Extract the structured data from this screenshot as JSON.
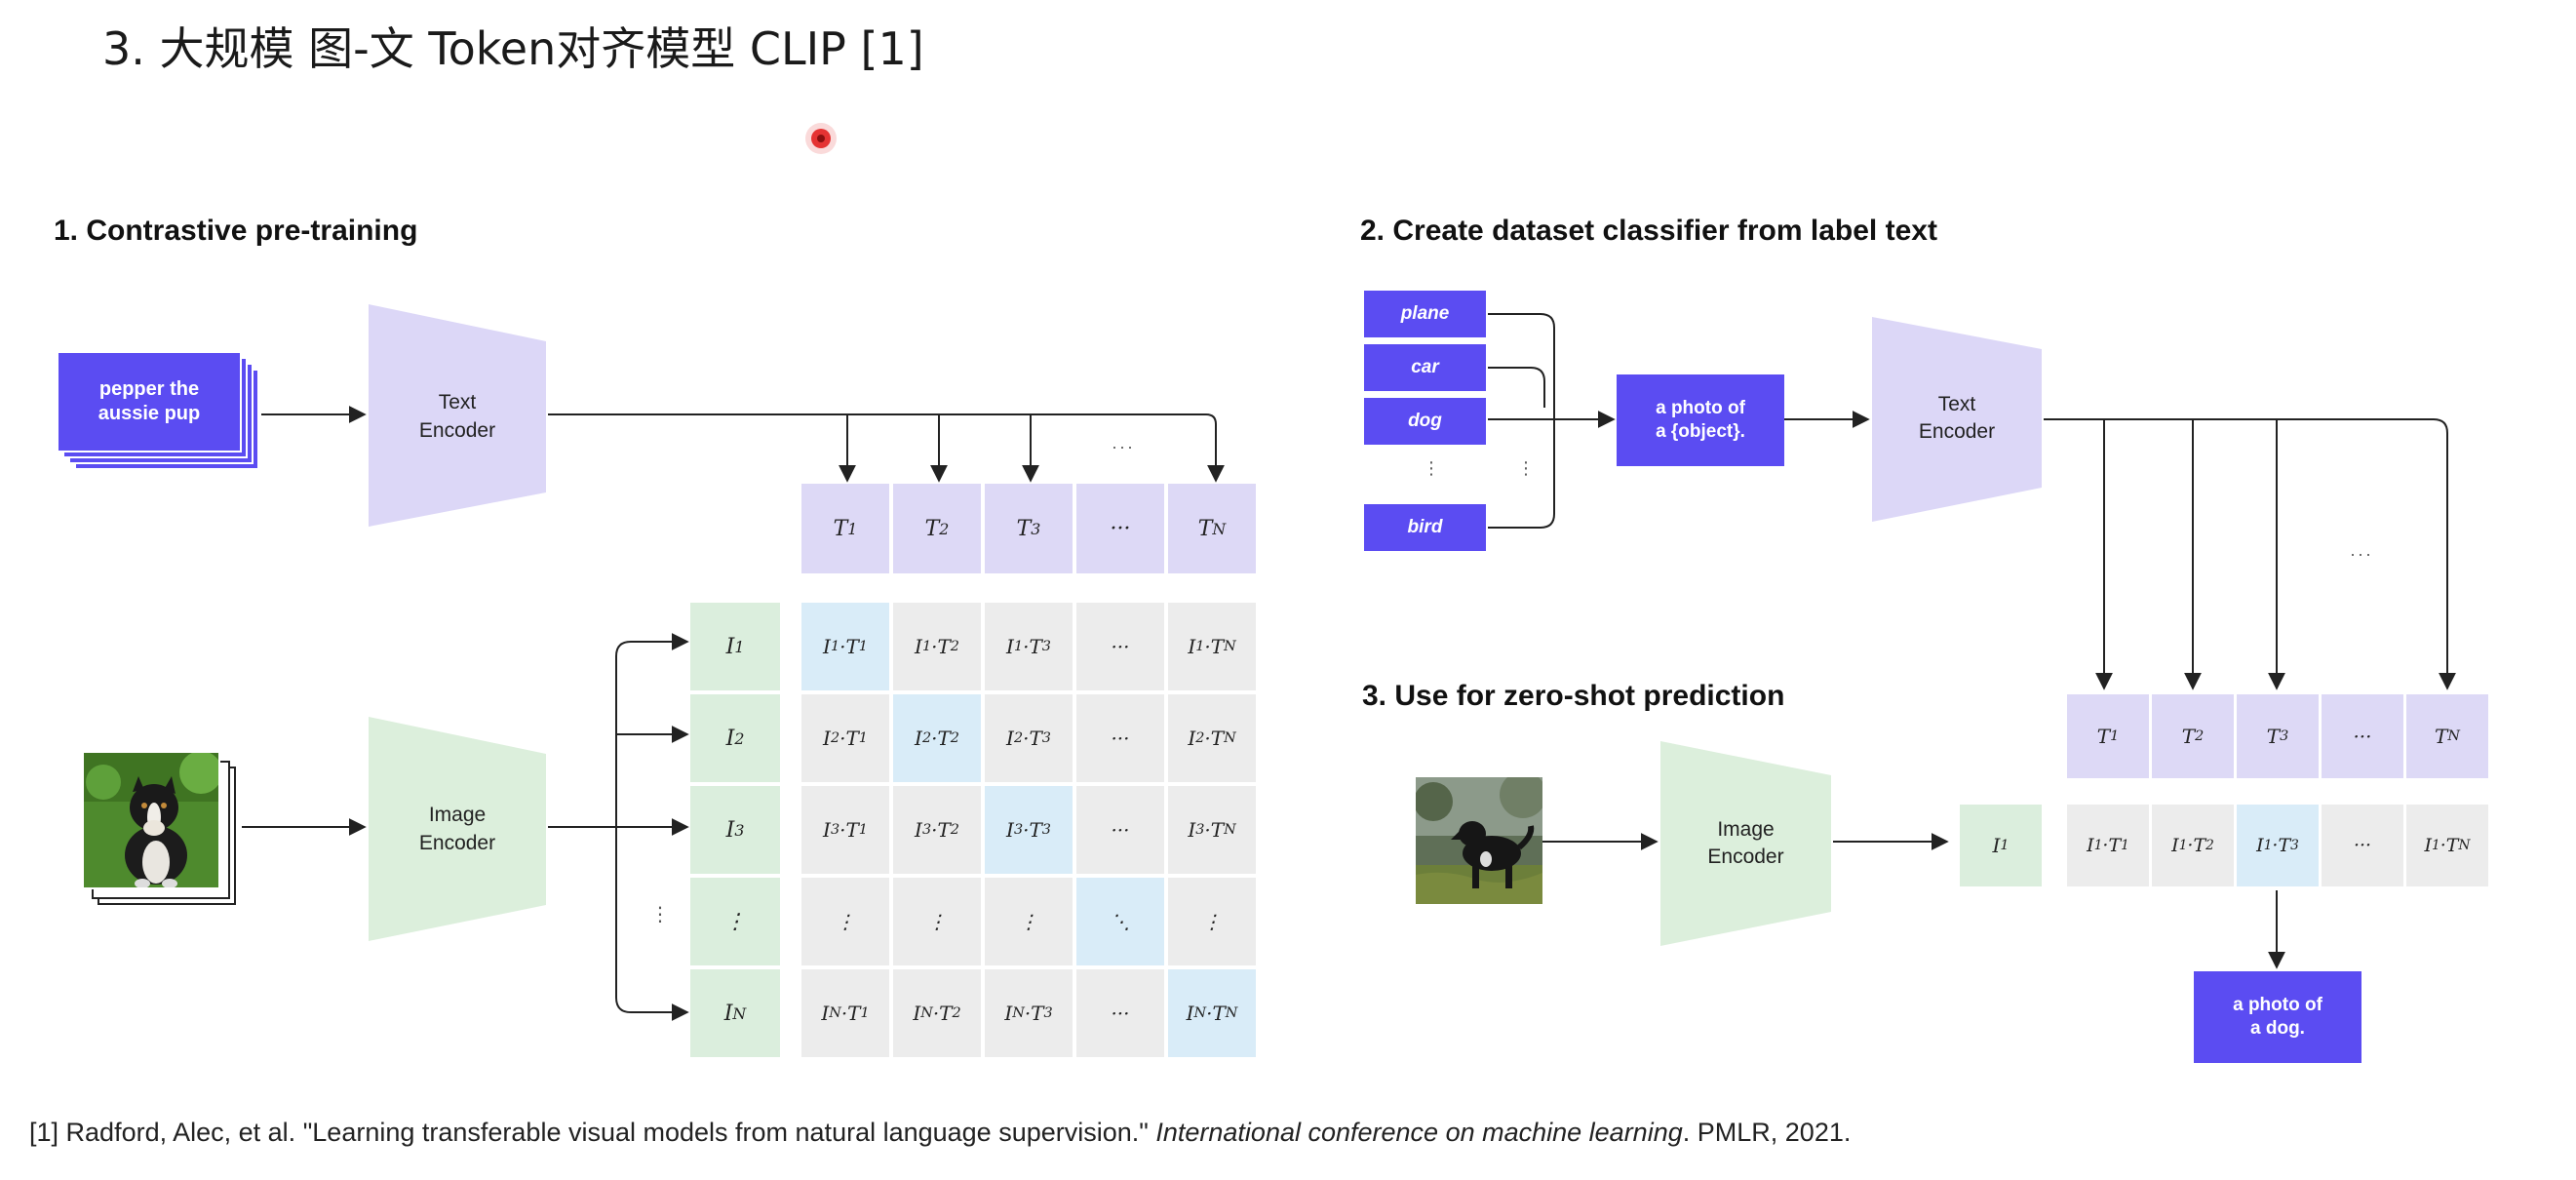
{
  "slide": {
    "title": "3. 大规模 图-文 Token对齐模型 CLIP [1]",
    "citation": {
      "ref": "[1]",
      "authors": "Radford, Alec, et al.",
      "paper": "\"Learning transferable visual models from natural language supervision.\"",
      "venue": "International conference on machine learning",
      "publisher": "PMLR, 2021."
    }
  },
  "panel1": {
    "heading": "1. Contrastive pre-training",
    "text_input": "pepper the aussie pup",
    "text_encoder": "Text\nEncoder",
    "image_encoder": "Image\nEncoder",
    "top_ellipsis": "···",
    "t_labels": [
      [
        "T",
        "1"
      ],
      [
        "T",
        "2"
      ],
      [
        "T",
        "3"
      ],
      [
        "···",
        ""
      ],
      [
        "T",
        "N"
      ]
    ],
    "i_labels": [
      [
        "I",
        "1"
      ],
      [
        "I",
        "2"
      ],
      [
        "I",
        "3"
      ],
      [
        "⋮",
        ""
      ],
      [
        "I",
        "N"
      ]
    ],
    "row_ellipsis": "⋮",
    "matrix": [
      [
        [
          "I",
          "1",
          "T",
          "1"
        ],
        [
          "I",
          "1",
          "T",
          "2"
        ],
        [
          "I",
          "1",
          "T",
          "3"
        ],
        [
          "···"
        ],
        [
          "I",
          "1",
          "T",
          "N"
        ]
      ],
      [
        [
          "I",
          "2",
          "T",
          "1"
        ],
        [
          "I",
          "2",
          "T",
          "2"
        ],
        [
          "I",
          "2",
          "T",
          "3"
        ],
        [
          "···"
        ],
        [
          "I",
          "2",
          "T",
          "N"
        ]
      ],
      [
        [
          "I",
          "3",
          "T",
          "1"
        ],
        [
          "I",
          "3",
          "T",
          "2"
        ],
        [
          "I",
          "3",
          "T",
          "3"
        ],
        [
          "···"
        ],
        [
          "I",
          "3",
          "T",
          "N"
        ]
      ],
      [
        [
          "⋮"
        ],
        [
          "⋮"
        ],
        [
          "⋮"
        ],
        [
          "⋱"
        ],
        [
          "⋮"
        ]
      ],
      [
        [
          "I",
          "N",
          "T",
          "1"
        ],
        [
          "I",
          "N",
          "T",
          "2"
        ],
        [
          "I",
          "N",
          "T",
          "3"
        ],
        [
          "···"
        ],
        [
          "I",
          "N",
          "T",
          "N"
        ]
      ]
    ]
  },
  "panel2": {
    "heading": "2. Create dataset classifier from label text",
    "labels": [
      "plane",
      "car",
      "dog",
      "bird"
    ],
    "label_ellipsis": "⋮",
    "template": "a photo of\na {object}.",
    "text_encoder": "Text\nEncoder",
    "ellipsis": "···"
  },
  "panel3": {
    "heading": "3. Use for zero-shot prediction",
    "image_encoder": "Image\nEncoder",
    "i_label": [
      "I",
      "1"
    ],
    "t_labels": [
      [
        "T",
        "1"
      ],
      [
        "T",
        "2"
      ],
      [
        "T",
        "3"
      ],
      [
        "···",
        ""
      ],
      [
        "T",
        "N"
      ]
    ],
    "products": [
      [
        "I",
        "1",
        "T",
        "1"
      ],
      [
        "I",
        "1",
        "T",
        "2"
      ],
      [
        "I",
        "1",
        "T",
        "3"
      ],
      [
        "···"
      ],
      [
        "I",
        "1",
        "T",
        "N"
      ]
    ],
    "result": "a photo of\na dog."
  },
  "colors": {
    "purple": "#5b4cf2",
    "text_token": "#ddd9f6",
    "image_token": "#dbeedd",
    "matrix_cell": "#ececec",
    "diagonal": "#d9ecf8"
  }
}
